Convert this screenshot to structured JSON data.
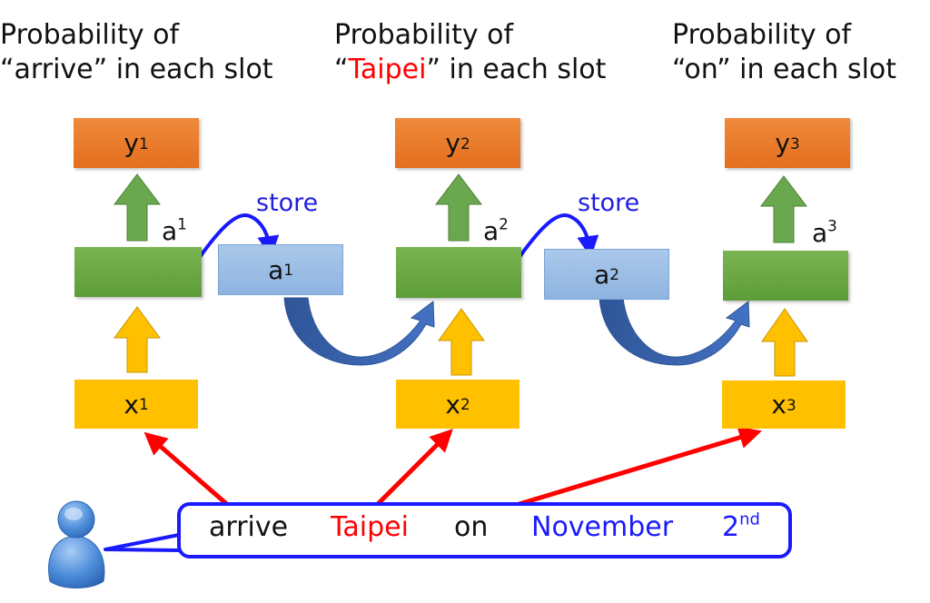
{
  "titles": [
    {
      "line1": "Probability of",
      "q_open": "“",
      "word": "arrive",
      "q_close": "”",
      "rest": " in each slot",
      "word_color": "#111111"
    },
    {
      "line1": "Probability of",
      "q_open": "“",
      "word": "Taipei",
      "q_close": "”",
      "rest": " in each slot",
      "word_color": "#ff0000"
    },
    {
      "line1": "Probability of",
      "q_open": "“",
      "word": "on",
      "q_close": "”",
      "rest": " in each slot",
      "word_color": "#111111"
    }
  ],
  "outputs": [
    {
      "base": "y",
      "sup": "1"
    },
    {
      "base": "y",
      "sup": "2"
    },
    {
      "base": "y",
      "sup": "3"
    }
  ],
  "hidden_labels": [
    {
      "base": "a",
      "sup": "1"
    },
    {
      "base": "a",
      "sup": "2"
    },
    {
      "base": "a",
      "sup": "3"
    }
  ],
  "memory": [
    {
      "base": "a",
      "sup": "1"
    },
    {
      "base": "a",
      "sup": "2"
    }
  ],
  "store_label": "store",
  "inputs": [
    {
      "base": "x",
      "sup": "1"
    },
    {
      "base": "x",
      "sup": "2"
    },
    {
      "base": "x",
      "sup": "3"
    }
  ],
  "sentence": [
    {
      "text": "arrive",
      "sup": "",
      "color": "#111111"
    },
    {
      "text": "Taipei",
      "sup": "",
      "color": "#ff0000"
    },
    {
      "text": "on",
      "sup": "",
      "color": "#111111"
    },
    {
      "text": "November",
      "sup": "",
      "color": "#1a1aff"
    },
    {
      "text": "2",
      "sup": "nd",
      "color": "#1a1aff"
    }
  ],
  "colors": {
    "output": "#e87a2a",
    "hidden": "#6aa84f",
    "memory": "#9dbfe6",
    "input": "#ffc000",
    "store_arrow": "#1a1aff",
    "word_arrow": "#ff0000",
    "recurrent_arrow": "#3f6fbf"
  }
}
